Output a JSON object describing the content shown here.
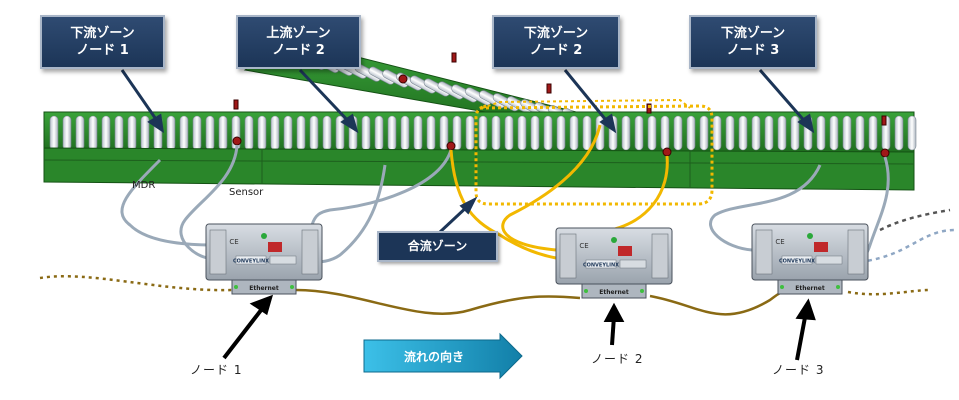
{
  "callouts": [
    {
      "line1": "下流ゾーン",
      "line2": "ノード 1"
    },
    {
      "line1": "上流ゾーン",
      "line2": "ノード 2"
    },
    {
      "line1": "下流ゾーン",
      "line2": "ノード 2"
    },
    {
      "line1": "下流ゾーン",
      "line2": "ノード 3"
    }
  ],
  "merge_zone_label": "合流ゾーン",
  "flow_direction_label": "流れの向き",
  "node_labels": [
    "ノード 1",
    "ノード 2",
    "ノード 3"
  ],
  "wire_labels": {
    "mdr": "MDR",
    "sensor": "Sensor"
  },
  "controller": {
    "brand": "CONVEYLINX",
    "ethernet": "Ethernet",
    "ce_mark": "CE"
  },
  "colors": {
    "callout_bg": "#1c3557",
    "conveyor_green": "#2f8f2f",
    "roller_white": "#f4f6f8",
    "wire_gray": "#9aa9b8",
    "wire_yellow": "#f2b800",
    "ethernet_brown": "#8a6a14",
    "flow_arrow": "#1aa0c8"
  }
}
